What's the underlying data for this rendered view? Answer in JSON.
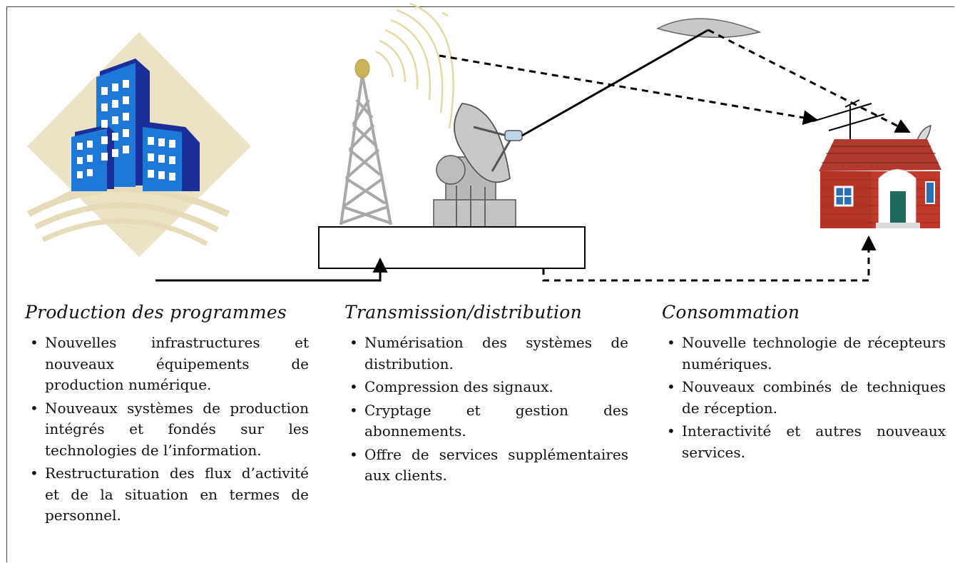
{
  "columns": [
    {
      "heading": "Production des programmes",
      "items": [
        "Nouvelles infrastructures et nouveaux équipements de production numérique.",
        "Nouveaux systèmes de production intégrés et fondés sur les technologies de l’information.",
        "Restructuration des flux d’activité et de la situation en termes de personnel."
      ]
    },
    {
      "heading": "Transmission/distribution",
      "items": [
        "Numérisation des systèmes de distribution.",
        "Compression des signaux.",
        "Cryptage et gestion des abonnements.",
        "Offre de services supplémentaires aux clients."
      ]
    },
    {
      "heading": "Consommation",
      "items": [
        "Nouvelle technologie de récepteurs numériques.",
        "Nouveaux combinés de techniques de réception.",
        "Interactivité et autres nouveaux services."
      ]
    }
  ],
  "icons": [
    "office-buildings-icon",
    "transmission-tower-icon",
    "satellite-dish-icon",
    "satellite-icon",
    "antenna-icon",
    "house-icon",
    "receiver-dish-icon"
  ],
  "colors": {
    "building_blue": "#1e78d8",
    "building_navy": "#1a2f9a",
    "backdrop_beige": "#ece3c6",
    "tower_gray": "#a8a8a8",
    "house_red": "#c0392b",
    "roof_red": "#b03a2e",
    "arrow_black": "#000000"
  }
}
